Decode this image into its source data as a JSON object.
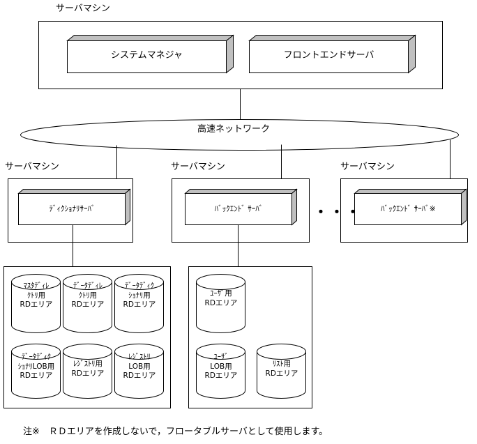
{
  "diagram": {
    "title_top": "サーバマシン",
    "palette": {
      "line": "#000000",
      "block_top_face": "#c0c0c0",
      "block_side_face": "#c0c0c0",
      "block_front_face": "#ffffff",
      "background": "#ffffff"
    },
    "top_machine": {
      "caption": "サーバマシン",
      "blocks": [
        {
          "label": "システムマネジャ"
        },
        {
          "label": "フロントエンドサーバ"
        }
      ]
    },
    "network": {
      "label": "高速ネットワーク"
    },
    "machines": [
      {
        "caption": "サーバマシン",
        "block": {
          "label": "ﾃﾞｨｸｼｮﾅﾘｻｰﾊﾞ"
        },
        "rdareas": [
          {
            "lines": "ﾏｽﾀﾃﾞｨﾚ\nｸﾄﾘ用\nRDエリア"
          },
          {
            "lines": "ﾃﾞｰﾀﾃﾞｨﾚ\nｸﾄﾘ用\nRDエリア"
          },
          {
            "lines": "ﾃﾞｰﾀﾃﾞｨｸ\nｼｮﾅﾘ用\nRDエリア"
          },
          {
            "lines": "ﾃﾞｰﾀﾃﾞｨｸ\nｼｮﾅﾘLOB用\nRDエリア"
          },
          {
            "lines": "ﾚｼﾞｽﾄﾘ用\nRDエリア"
          },
          {
            "lines": "ﾚｼﾞｽﾄﾘ\nLOB用\nRDエリア"
          }
        ]
      },
      {
        "caption": "サーバマシン",
        "block": {
          "label": "ﾊﾞｯｸｴﾝﾄﾞ ｻｰﾊﾞ"
        },
        "rdareas": [
          {
            "lines": "ﾕｰｻﾞ用\nRDエリア"
          },
          {
            "lines": "ﾕｰｻﾞ\nLOB用\nRDエリア"
          },
          {
            "lines": "ﾘｽﾄ用\nRDエリア"
          }
        ]
      },
      {
        "caption": "サーバマシン",
        "block": {
          "label": "ﾊﾞｯｸｴﾝﾄﾞ ｻｰﾊﾞ※"
        },
        "rdareas": []
      }
    ],
    "ellipsis": "・・・",
    "footnote": "注※　ＲＤエリアを作成しないで，フロータブルサーバとして使用します。"
  }
}
